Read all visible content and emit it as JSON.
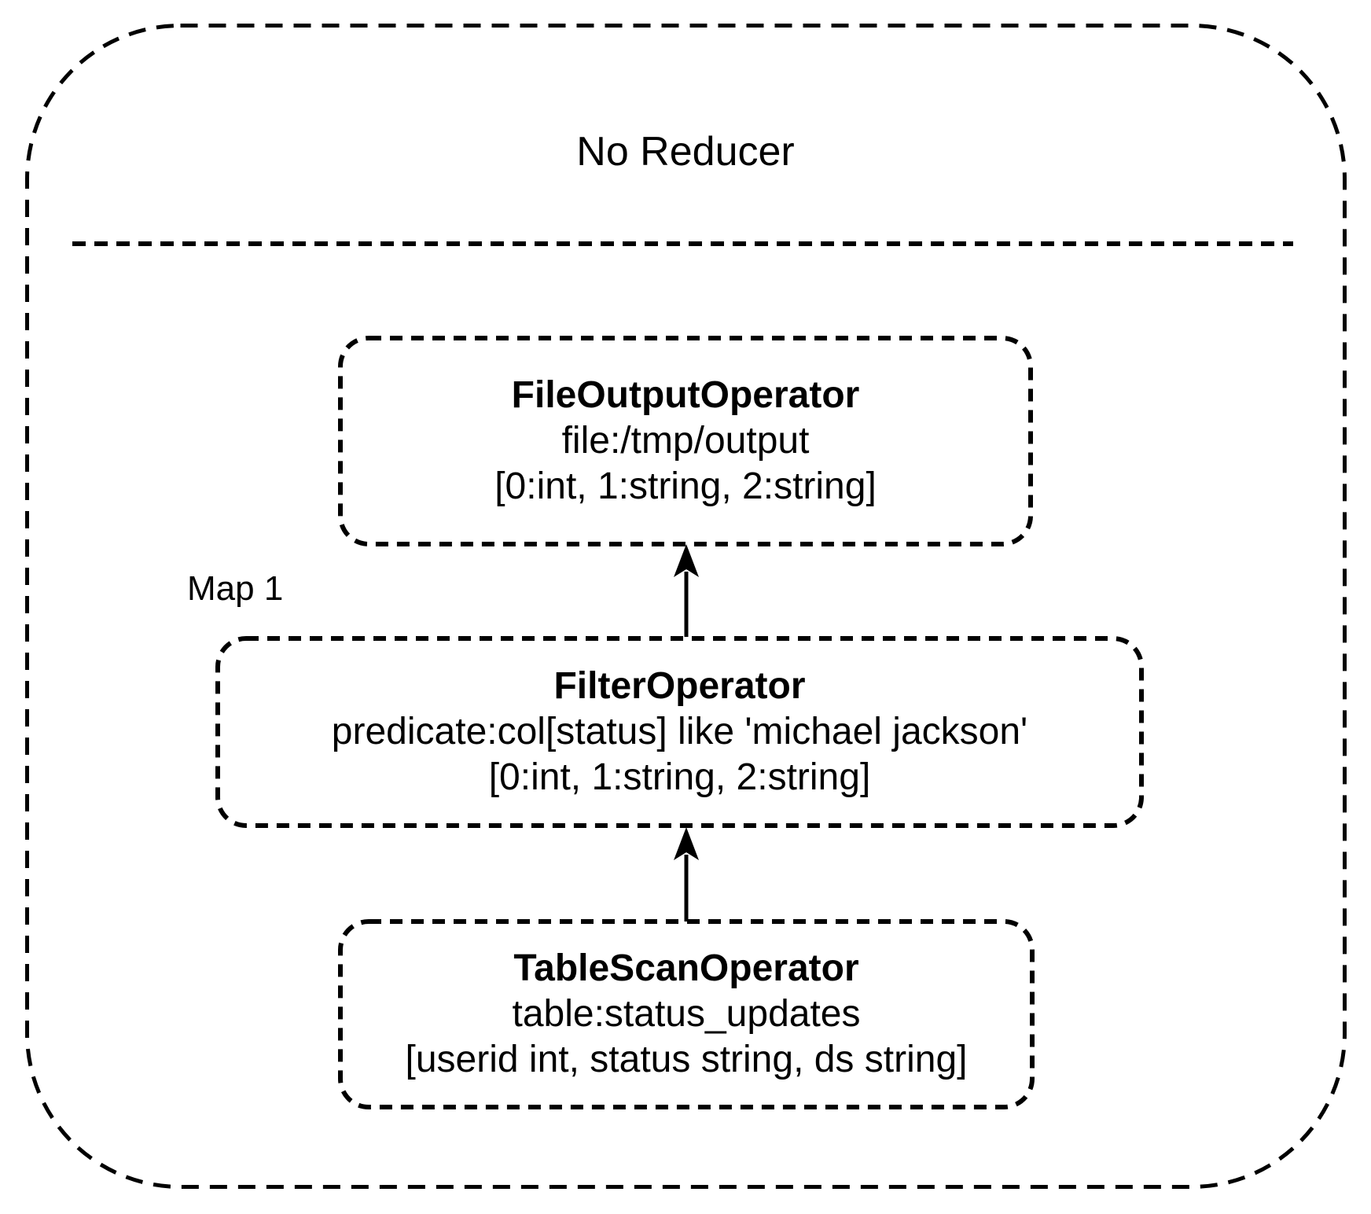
{
  "diagram": {
    "title": "No Reducer",
    "stage_label": "Map 1",
    "nodes": [
      {
        "id": "file-output-operator",
        "name": "FileOutputOperator",
        "detail": "file:/tmp/output",
        "schema": "[0:int, 1:string, 2:string]"
      },
      {
        "id": "filter-operator",
        "name": "FilterOperator",
        "detail": "predicate:col[status] like 'michael jackson'",
        "schema": "[0:int, 1:string, 2:string]"
      },
      {
        "id": "table-scan-operator",
        "name": "TableScanOperator",
        "detail": "table:status_updates",
        "schema": "[userid int, status string, ds string]"
      }
    ],
    "edges": [
      {
        "from": "table-scan-operator",
        "to": "filter-operator",
        "direction": "up"
      },
      {
        "from": "filter-operator",
        "to": "file-output-operator",
        "direction": "up"
      }
    ],
    "colors": {
      "stroke": "#000000",
      "background": "#ffffff"
    }
  }
}
